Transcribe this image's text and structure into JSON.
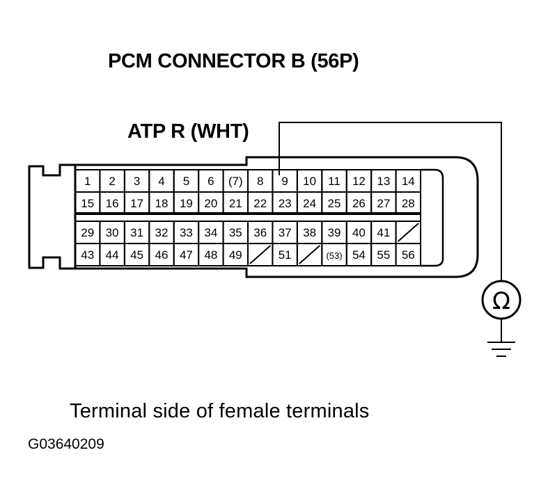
{
  "title": "PCM CONNECTOR B (56P)",
  "wire_label": "ATP R (WHT)",
  "caption": "Terminal side of female terminals",
  "figure_id": "G03640209",
  "ohmmeter_symbol": "Ω",
  "connector": {
    "rows": [
      [
        "1",
        "2",
        "3",
        "4",
        "5",
        "6",
        "(7)",
        "8",
        "9",
        "10",
        "11",
        "12",
        "13",
        "14"
      ],
      [
        "15",
        "16",
        "17",
        "18",
        "19",
        "20",
        "21",
        "22",
        "23",
        "24",
        "25",
        "26",
        "27",
        "28"
      ],
      [
        "29",
        "30",
        "31",
        "32",
        "33",
        "34",
        "35",
        "36",
        "37",
        "38",
        "39",
        "40",
        "41",
        ""
      ],
      [
        "43",
        "44",
        "45",
        "46",
        "47",
        "48",
        "49",
        "",
        "51",
        "",
        "(53)",
        "54",
        "55",
        "56"
      ]
    ]
  }
}
